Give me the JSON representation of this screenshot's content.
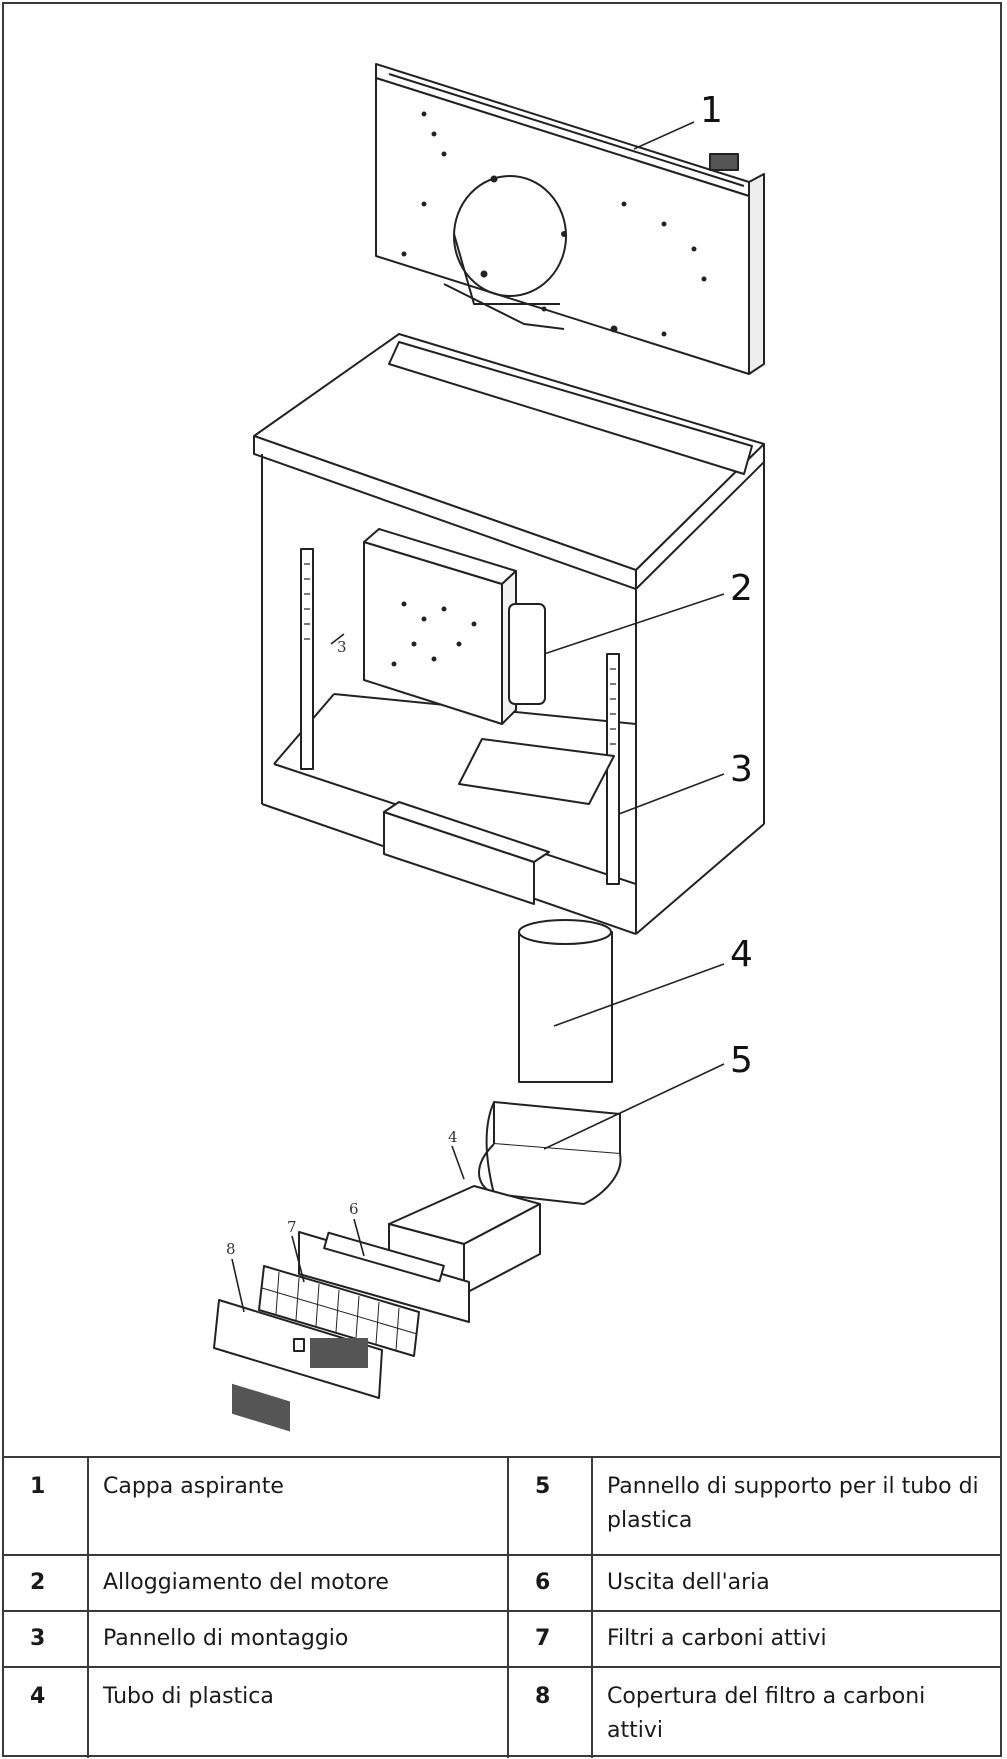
{
  "callouts": [
    "1",
    "2",
    "3",
    "4",
    "5"
  ],
  "drawing_small_labels": [
    "3",
    "4",
    "6",
    "7",
    "8"
  ],
  "parts": [
    {
      "left_num": "1",
      "left_desc": "Cappa aspirante",
      "right_num": "5",
      "right_desc": "Pannello di supporto per il tubo di plastica"
    },
    {
      "left_num": "2",
      "left_desc": "Alloggiamento del motore",
      "right_num": "6",
      "right_desc": "Uscita dell'aria"
    },
    {
      "left_num": "3",
      "left_desc": "Pannello di montaggio",
      "right_num": "7",
      "right_desc": "Filtri a carboni attivi"
    },
    {
      "left_num": "4",
      "left_desc": "Tubo di plastica",
      "right_num": "8",
      "right_desc": "Copertura del filtro a carboni attivi"
    }
  ]
}
